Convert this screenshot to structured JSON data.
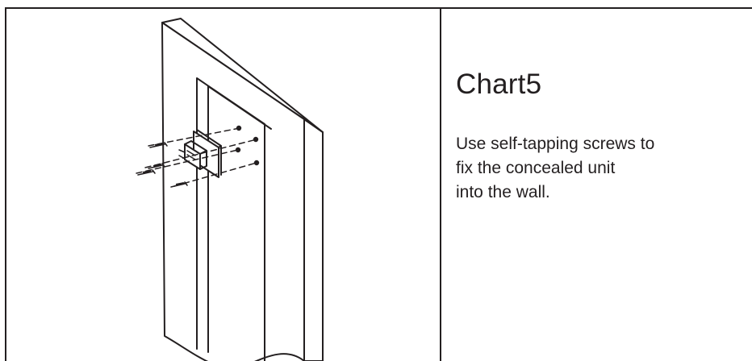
{
  "instruction": {
    "title": "Chart5",
    "lines": [
      "Use self-tapping screws to",
      "fix the concealed unit",
      "into the wall."
    ]
  },
  "illustration": {
    "icon": "wall-mount-screws-diagram",
    "stroke_color": "#231f20",
    "fill_color": "#ffffff"
  }
}
